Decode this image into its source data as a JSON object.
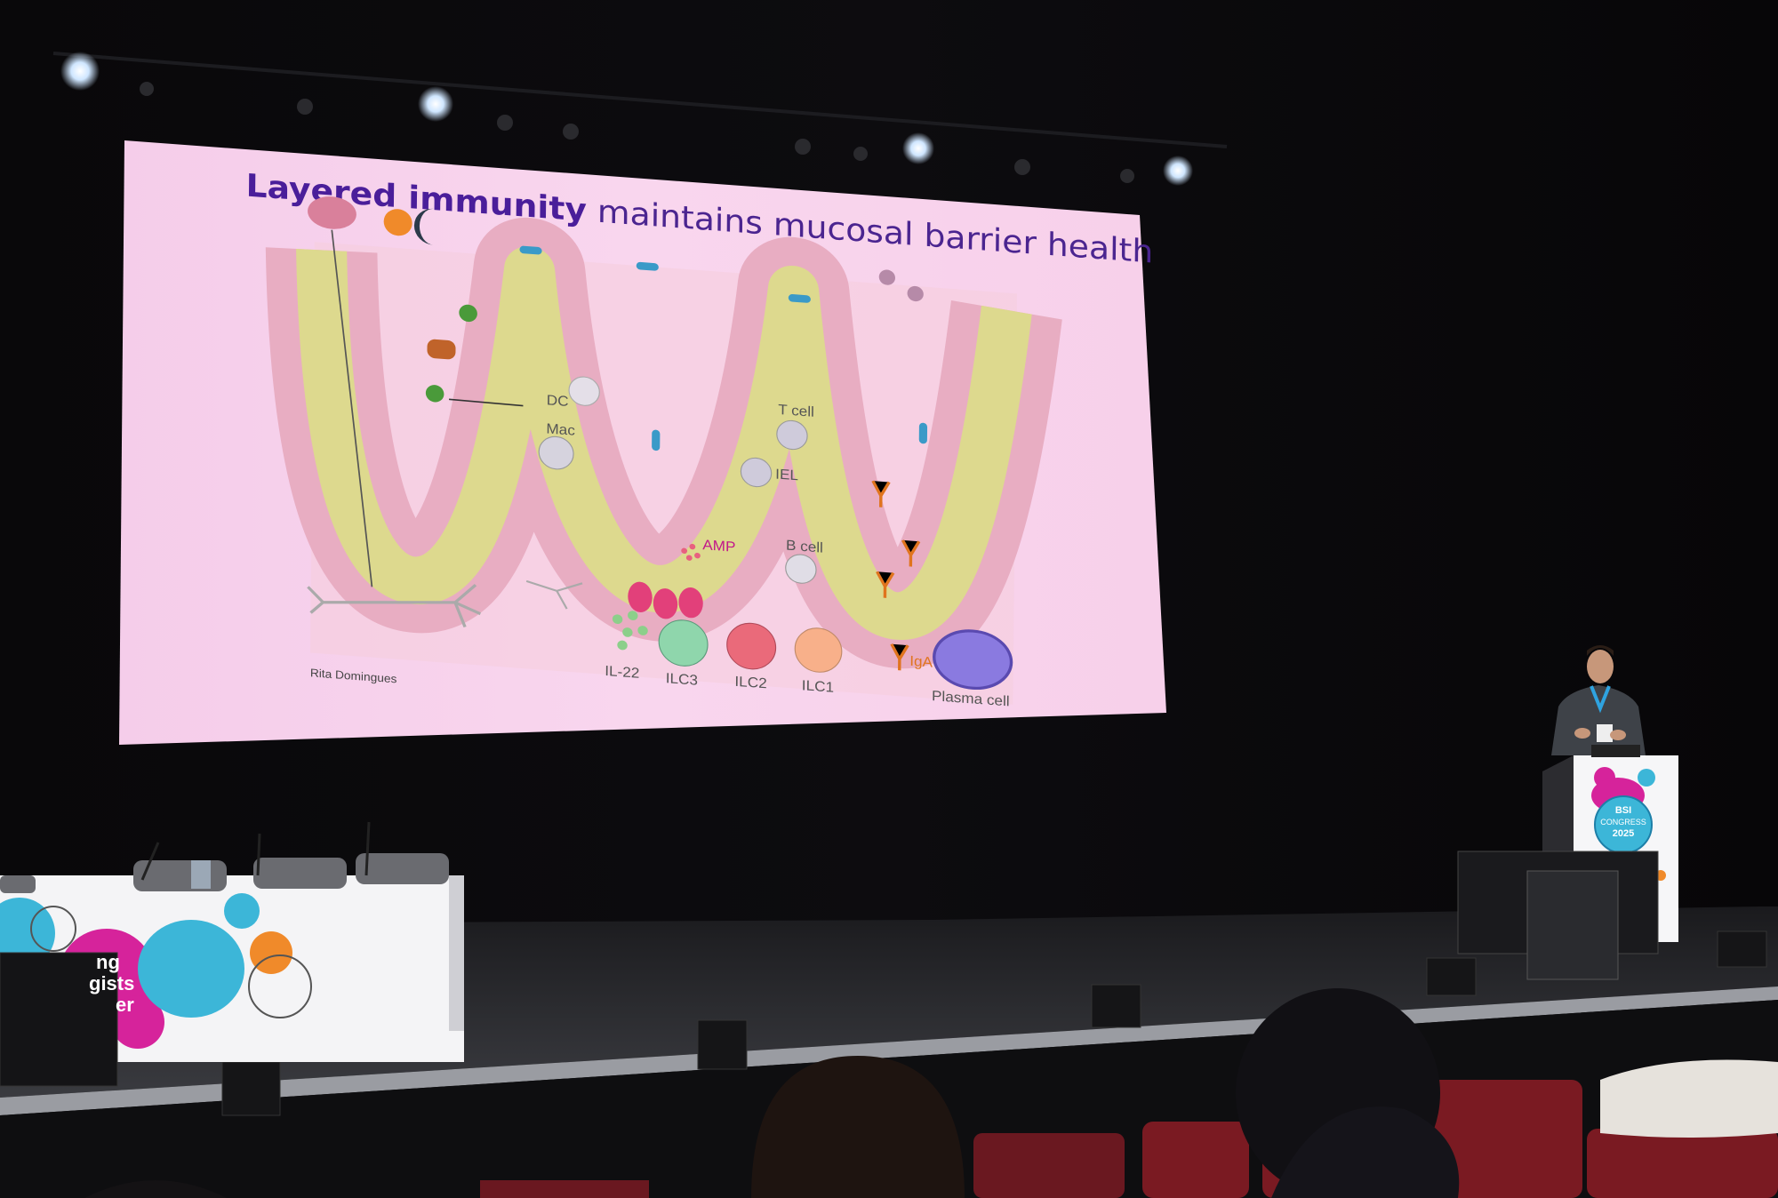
{
  "slide": {
    "title_bold": "Layered immunity",
    "title_rest": "maintains mucosal barrier health",
    "labels": {
      "dc": "DC",
      "mac": "Mac",
      "t_cell": "T cell",
      "iel": "IEL",
      "amp": "AMP",
      "b_cell": "B cell",
      "il22": "IL-22",
      "ilc3": "ILC3",
      "ilc2": "ILC2",
      "ilc1": "ILC1",
      "iga": "IgA",
      "plasma_cell": "Plasma cell"
    },
    "credit": "Rita Domingues"
  },
  "podium": {
    "logo_line1": "BSI",
    "logo_line2": "CONGRESS",
    "logo_line3": "2025"
  },
  "desk_banner": {
    "fragment1": "ng",
    "fragment2": "gists",
    "fragment3": "er"
  },
  "colors": {
    "background": "#070608",
    "slide_pink": "#f7d0ea",
    "title_purple": "#4a1e9a",
    "lumen_yellow": "#ddd98e",
    "epithelium_pink": "#eab0c4",
    "logo_magenta": "#d6239b",
    "logo_cyan": "#3cb6d8",
    "logo_orange": "#f08a2a",
    "seat_red": "#7a1a22"
  }
}
